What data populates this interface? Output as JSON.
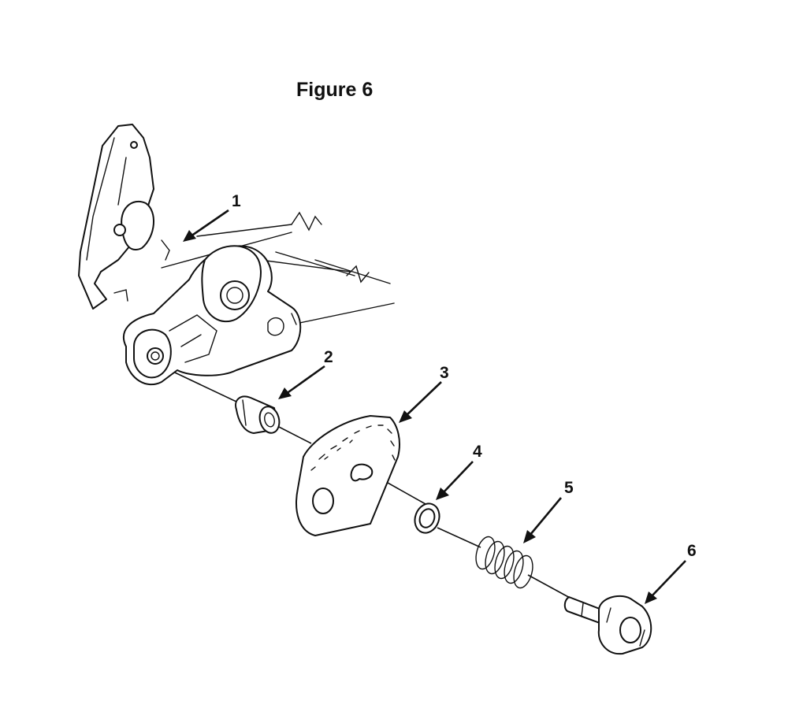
{
  "figure": {
    "title": "Figure 6"
  },
  "callouts": [
    "1",
    "2",
    "3",
    "4",
    "5",
    "6"
  ],
  "colors": {
    "line": "#111111",
    "background": "#ffffff"
  }
}
